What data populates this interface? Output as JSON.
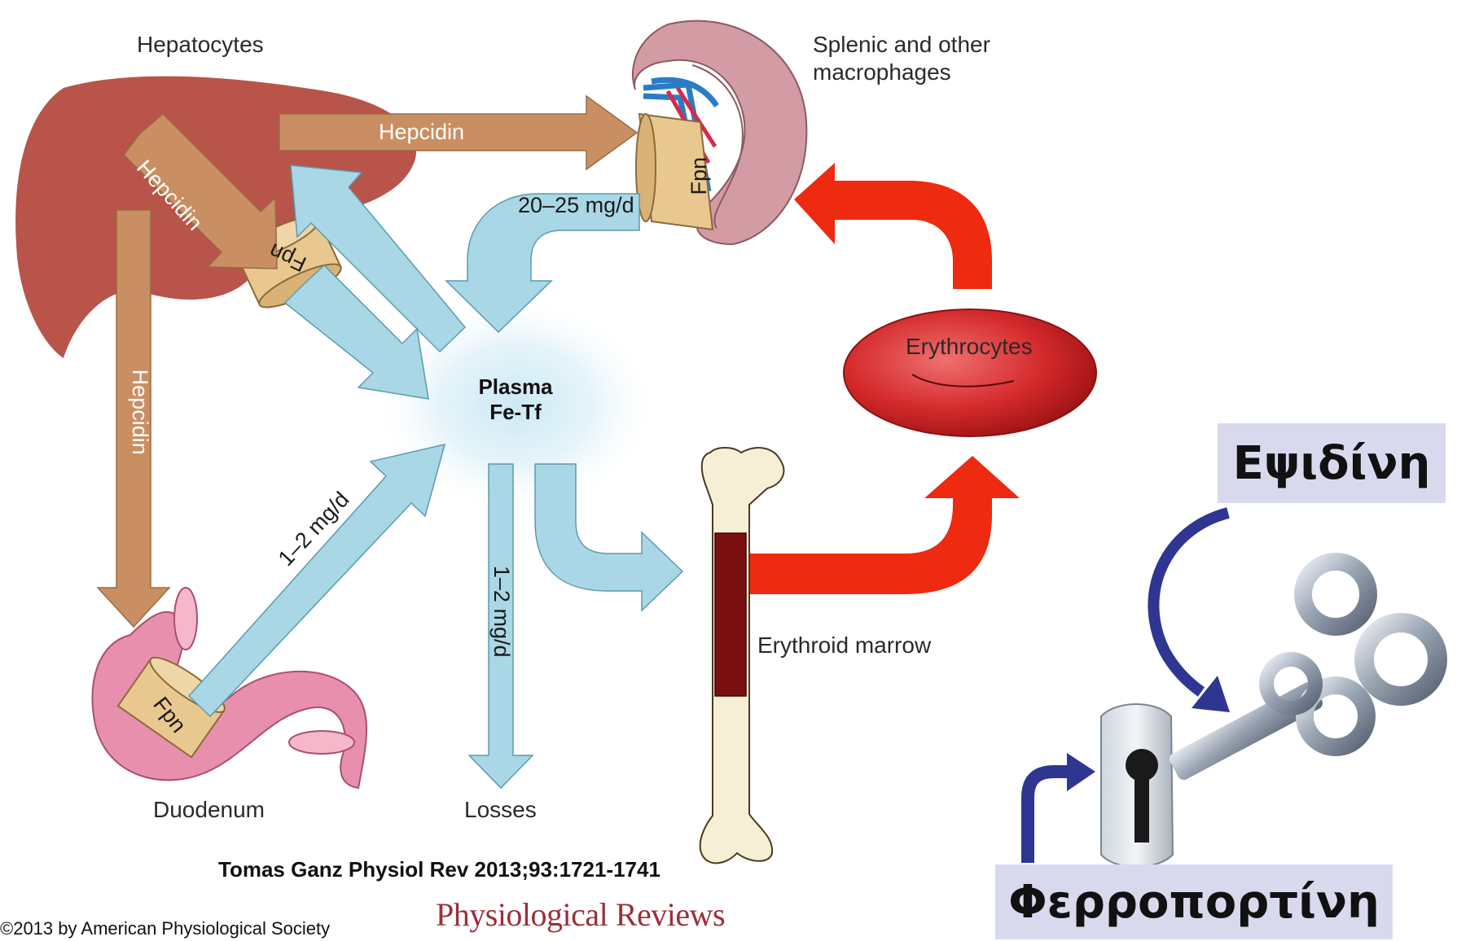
{
  "labels": {
    "hepatocytes": "Hepatocytes",
    "splenic": "Splenic and other\nmacrophages",
    "erythrocytes": "Erythrocytes",
    "erythroid_marrow": "Erythroid marrow",
    "duodenum": "Duodenum",
    "losses": "Losses",
    "plasma_line1": "Plasma",
    "plasma_line2": "Fe-Tf"
  },
  "arrows": {
    "hepcidin_top": "Hepcidin",
    "hepcidin_diag": "Hepcidin",
    "hepcidin_vertical": "Hepcidin",
    "macrophage_flow": "20–25 mg/d",
    "duodenum_flow": "1–2 mg/d",
    "losses_flow": "1–2 mg/d"
  },
  "fpn": {
    "liver": "Fpn",
    "spleen": "Fpn",
    "duodenum": "Fpn"
  },
  "citation": "Tomas Ganz Physiol Rev 2013;93:1721-1741",
  "copyright": "©2013 by American Physiological Society",
  "journal_logo": "Physiological Reviews",
  "callouts": {
    "hepcidin_greek": "Εψιδίνη",
    "ferroportin_greek": "Φερροπορτίνη"
  },
  "colors": {
    "liver": "#b8544a",
    "hepcidin_arrow": "#c98f63",
    "iron_arrow": "#a9d7e6",
    "red_arrow": "#ee2a10",
    "spleen": "#d39ca4",
    "erythrocyte": "#d42a2c",
    "duodenum": "#e98fae",
    "fpn": "#e9c88f",
    "callout_bg": "#d9d9ee",
    "callout_arrow": "#2e3691",
    "journal_logo": "#9a2f37"
  }
}
